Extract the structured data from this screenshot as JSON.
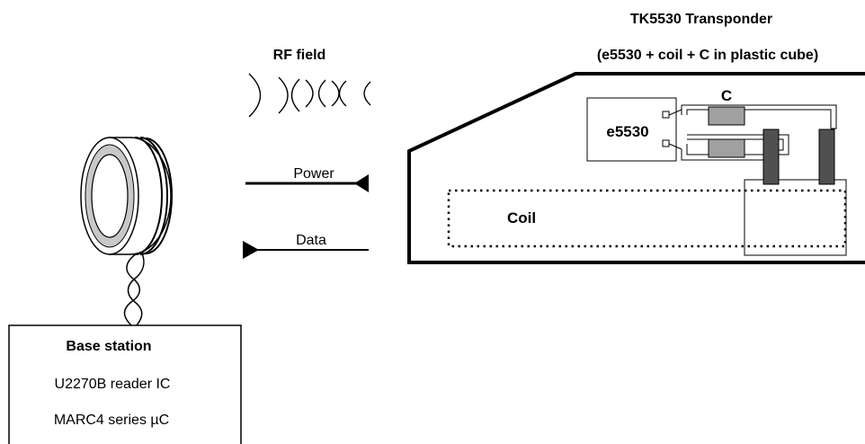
{
  "transponder": {
    "title": "TK5530 Transponder",
    "subtitle": "(e5530 + coil + C in plastic cube)",
    "chip_label": "e5530",
    "capacitor_label": "C",
    "coil_label": "Coil"
  },
  "rf_field": {
    "label": "RF field"
  },
  "signals": {
    "power_label": "Power",
    "data_label": "Data"
  },
  "base_station": {
    "title": "Base station",
    "line1": "U2270B reader IC",
    "line2": "MARC4 series µC"
  },
  "colors": {
    "stroke": "#000000",
    "component_fill": "#505050",
    "capacitor_fill": "#a0a0a0",
    "coil_ring_fill": "#c8c8c8"
  }
}
